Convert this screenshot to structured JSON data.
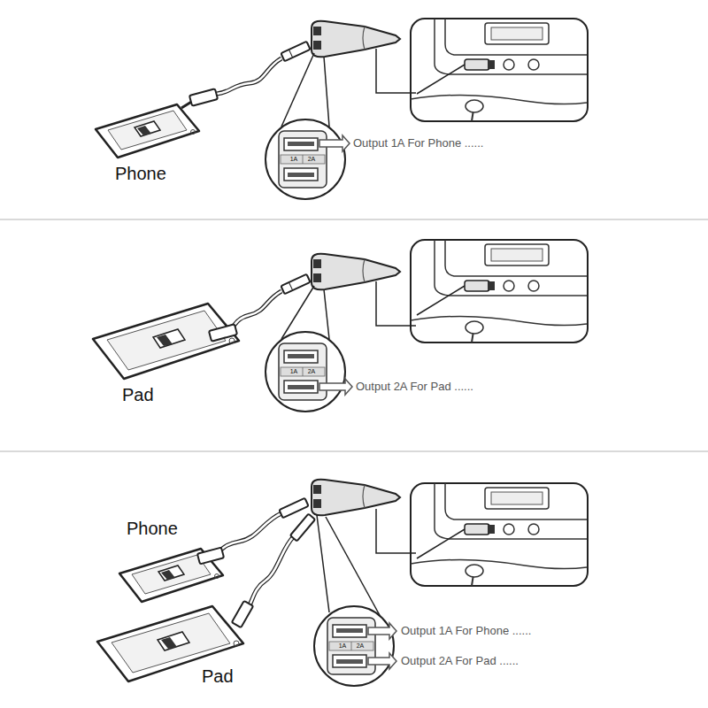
{
  "diagram": {
    "labels": [
      "Phone",
      "1A",
      "2A",
      "Output 1A For Phone ......",
      "Pad",
      "1A",
      "2A",
      "Output 2A For Pad ......",
      "Phone",
      "Pad",
      "1A",
      "2A",
      "Output 1A For Phone ......",
      "Output 2A For Pad ......"
    ]
  }
}
